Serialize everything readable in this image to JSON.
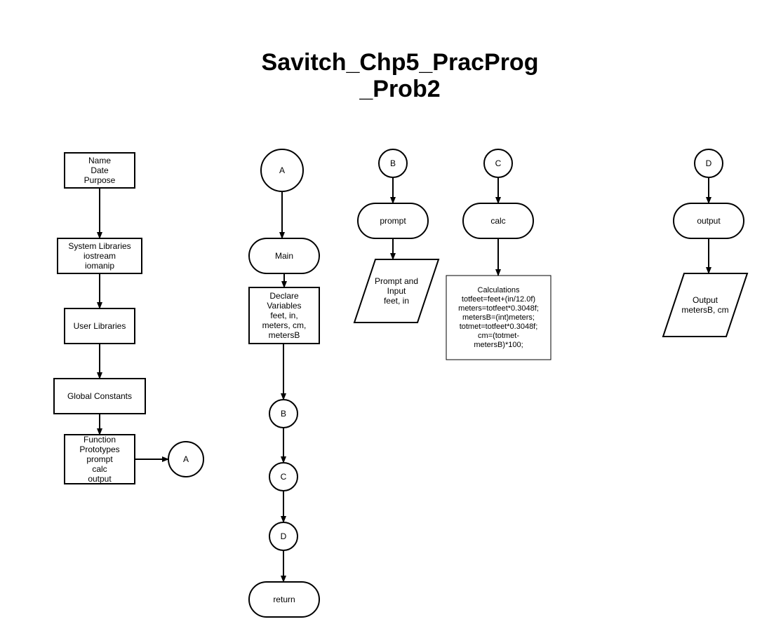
{
  "title": {
    "line1": "Savitch_Chp5_PracProg",
    "line2": "_Prob2"
  },
  "nodes": {
    "header_block": [
      "Name",
      "Date",
      "Purpose"
    ],
    "system_libraries": [
      "System Libraries",
      "iostream",
      "iomanip"
    ],
    "user_libraries": [
      "User Libraries"
    ],
    "global_constants": [
      "Global Constants"
    ],
    "function_prototypes": [
      "Function",
      "Prototypes",
      "prompt",
      "calc",
      "output"
    ],
    "connector_a_out": "A",
    "connector_a_in": "A",
    "main": "Main",
    "declare_variables": [
      "Declare",
      "Variables",
      "feet, in,",
      "meters, cm,",
      "metersB"
    ],
    "connector_b_call": "B",
    "connector_c_call": "C",
    "connector_d_call": "D",
    "return": "return",
    "connector_b_in": "B",
    "prompt": "prompt",
    "prompt_input": [
      "Prompt and",
      "Input",
      "feet, in"
    ],
    "connector_c_in": "C",
    "calc": "calc",
    "calculations": [
      "Calculations",
      "totfeet=feet+(in/12.0f)",
      "meters=totfeet*0.3048f;",
      "metersB=(int)meters;",
      "totmet=totfeet*0.3048f;",
      "cm=(totmet-",
      "metersB)*100;"
    ],
    "connector_d_in": "D",
    "output": "output",
    "output_io": [
      "Output",
      "metersB, cm"
    ]
  }
}
